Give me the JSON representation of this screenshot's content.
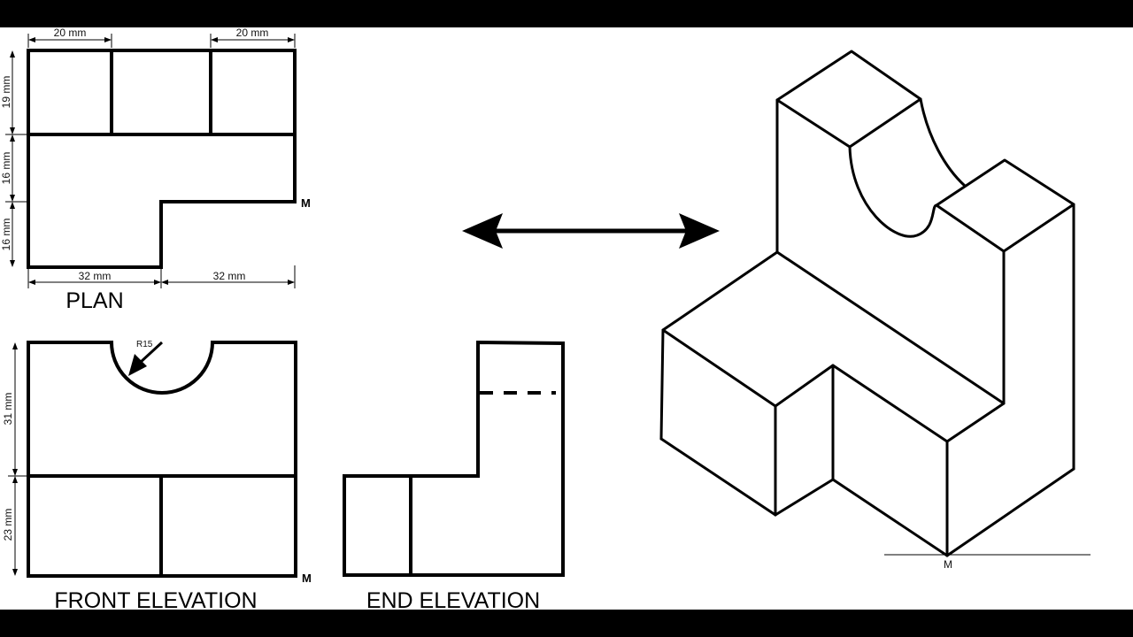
{
  "views": {
    "plan": {
      "title": "PLAN",
      "dim_top_left": "20 mm",
      "dim_top_right": "20 mm",
      "dim_left_1": "19 mm",
      "dim_left_2": "16 mm",
      "dim_left_3": "16 mm",
      "dim_bottom_left": "32 mm",
      "dim_bottom_right": "32 mm",
      "marker": "M"
    },
    "front_elevation": {
      "title": "FRONT ELEVATION",
      "radius_label": "R15",
      "dim_left_1": "31 mm",
      "dim_left_2": "23 mm",
      "marker": "M"
    },
    "end_elevation": {
      "title": "END ELEVATION"
    },
    "isometric": {
      "marker": "M"
    }
  },
  "colors": {
    "background": "#ffffff",
    "letterbox": "#000000",
    "line": "#000000"
  }
}
